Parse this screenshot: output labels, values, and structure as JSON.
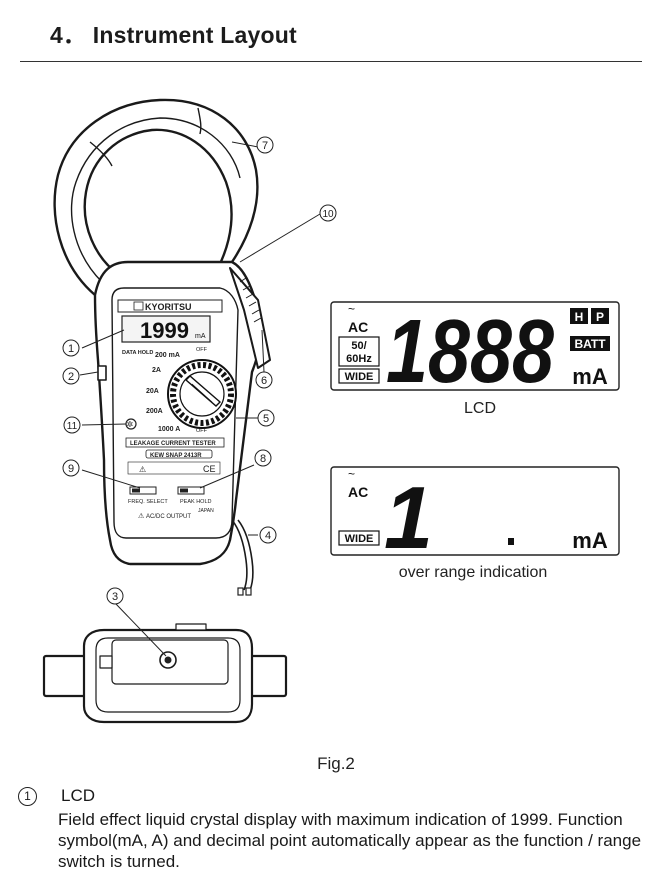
{
  "header": {
    "title": "4． Instrument Layout"
  },
  "callouts": {
    "c1": "1",
    "c2": "2",
    "c3": "3",
    "c4": "4",
    "c5": "5",
    "c6": "6",
    "c7": "7",
    "c8": "8",
    "c9": "9",
    "c10": "10",
    "c11": "11"
  },
  "device": {
    "brand": "KYORITSU",
    "display": "1999",
    "display_unit": "mA",
    "data_hold": "DATA HOLD",
    "label_200ma": "200 mA",
    "label_off_top": "OFF",
    "label_2a": "2A",
    "label_20a": "20A",
    "label_200a": "200A",
    "label_1000a": "1000 A",
    "label_off_bottom": "OFF",
    "tester_name": "LEAKAGE CURRENT TESTER",
    "model": "KEW SNAP 2413R",
    "ce": "CE",
    "freq_select": "FREQ. SELECT",
    "peak_hold": "PEAK HOLD",
    "output": "AC/DC OUTPUT",
    "japan": "JAPAN"
  },
  "lcd_full": {
    "ac": "AC",
    "freq_line1": "50/",
    "freq_line2": "60Hz",
    "wide": "WIDE",
    "digits": "1888",
    "hold": "H",
    "peak": "P",
    "batt": "BATT",
    "unit": "mA",
    "caption": "LCD"
  },
  "lcd_over": {
    "ac": "AC",
    "wide": "WIDE",
    "digit": "1",
    "unit": "mA",
    "caption": "over range indication"
  },
  "figure": {
    "caption": "Fig.2"
  },
  "items": [
    {
      "number": "1",
      "title": "LCD",
      "body": "Field effect liquid crystal display with maximum indication of 1999. Function symbol(mA, A) and decimal point automatically appear as the function / range switch is turned."
    }
  ]
}
